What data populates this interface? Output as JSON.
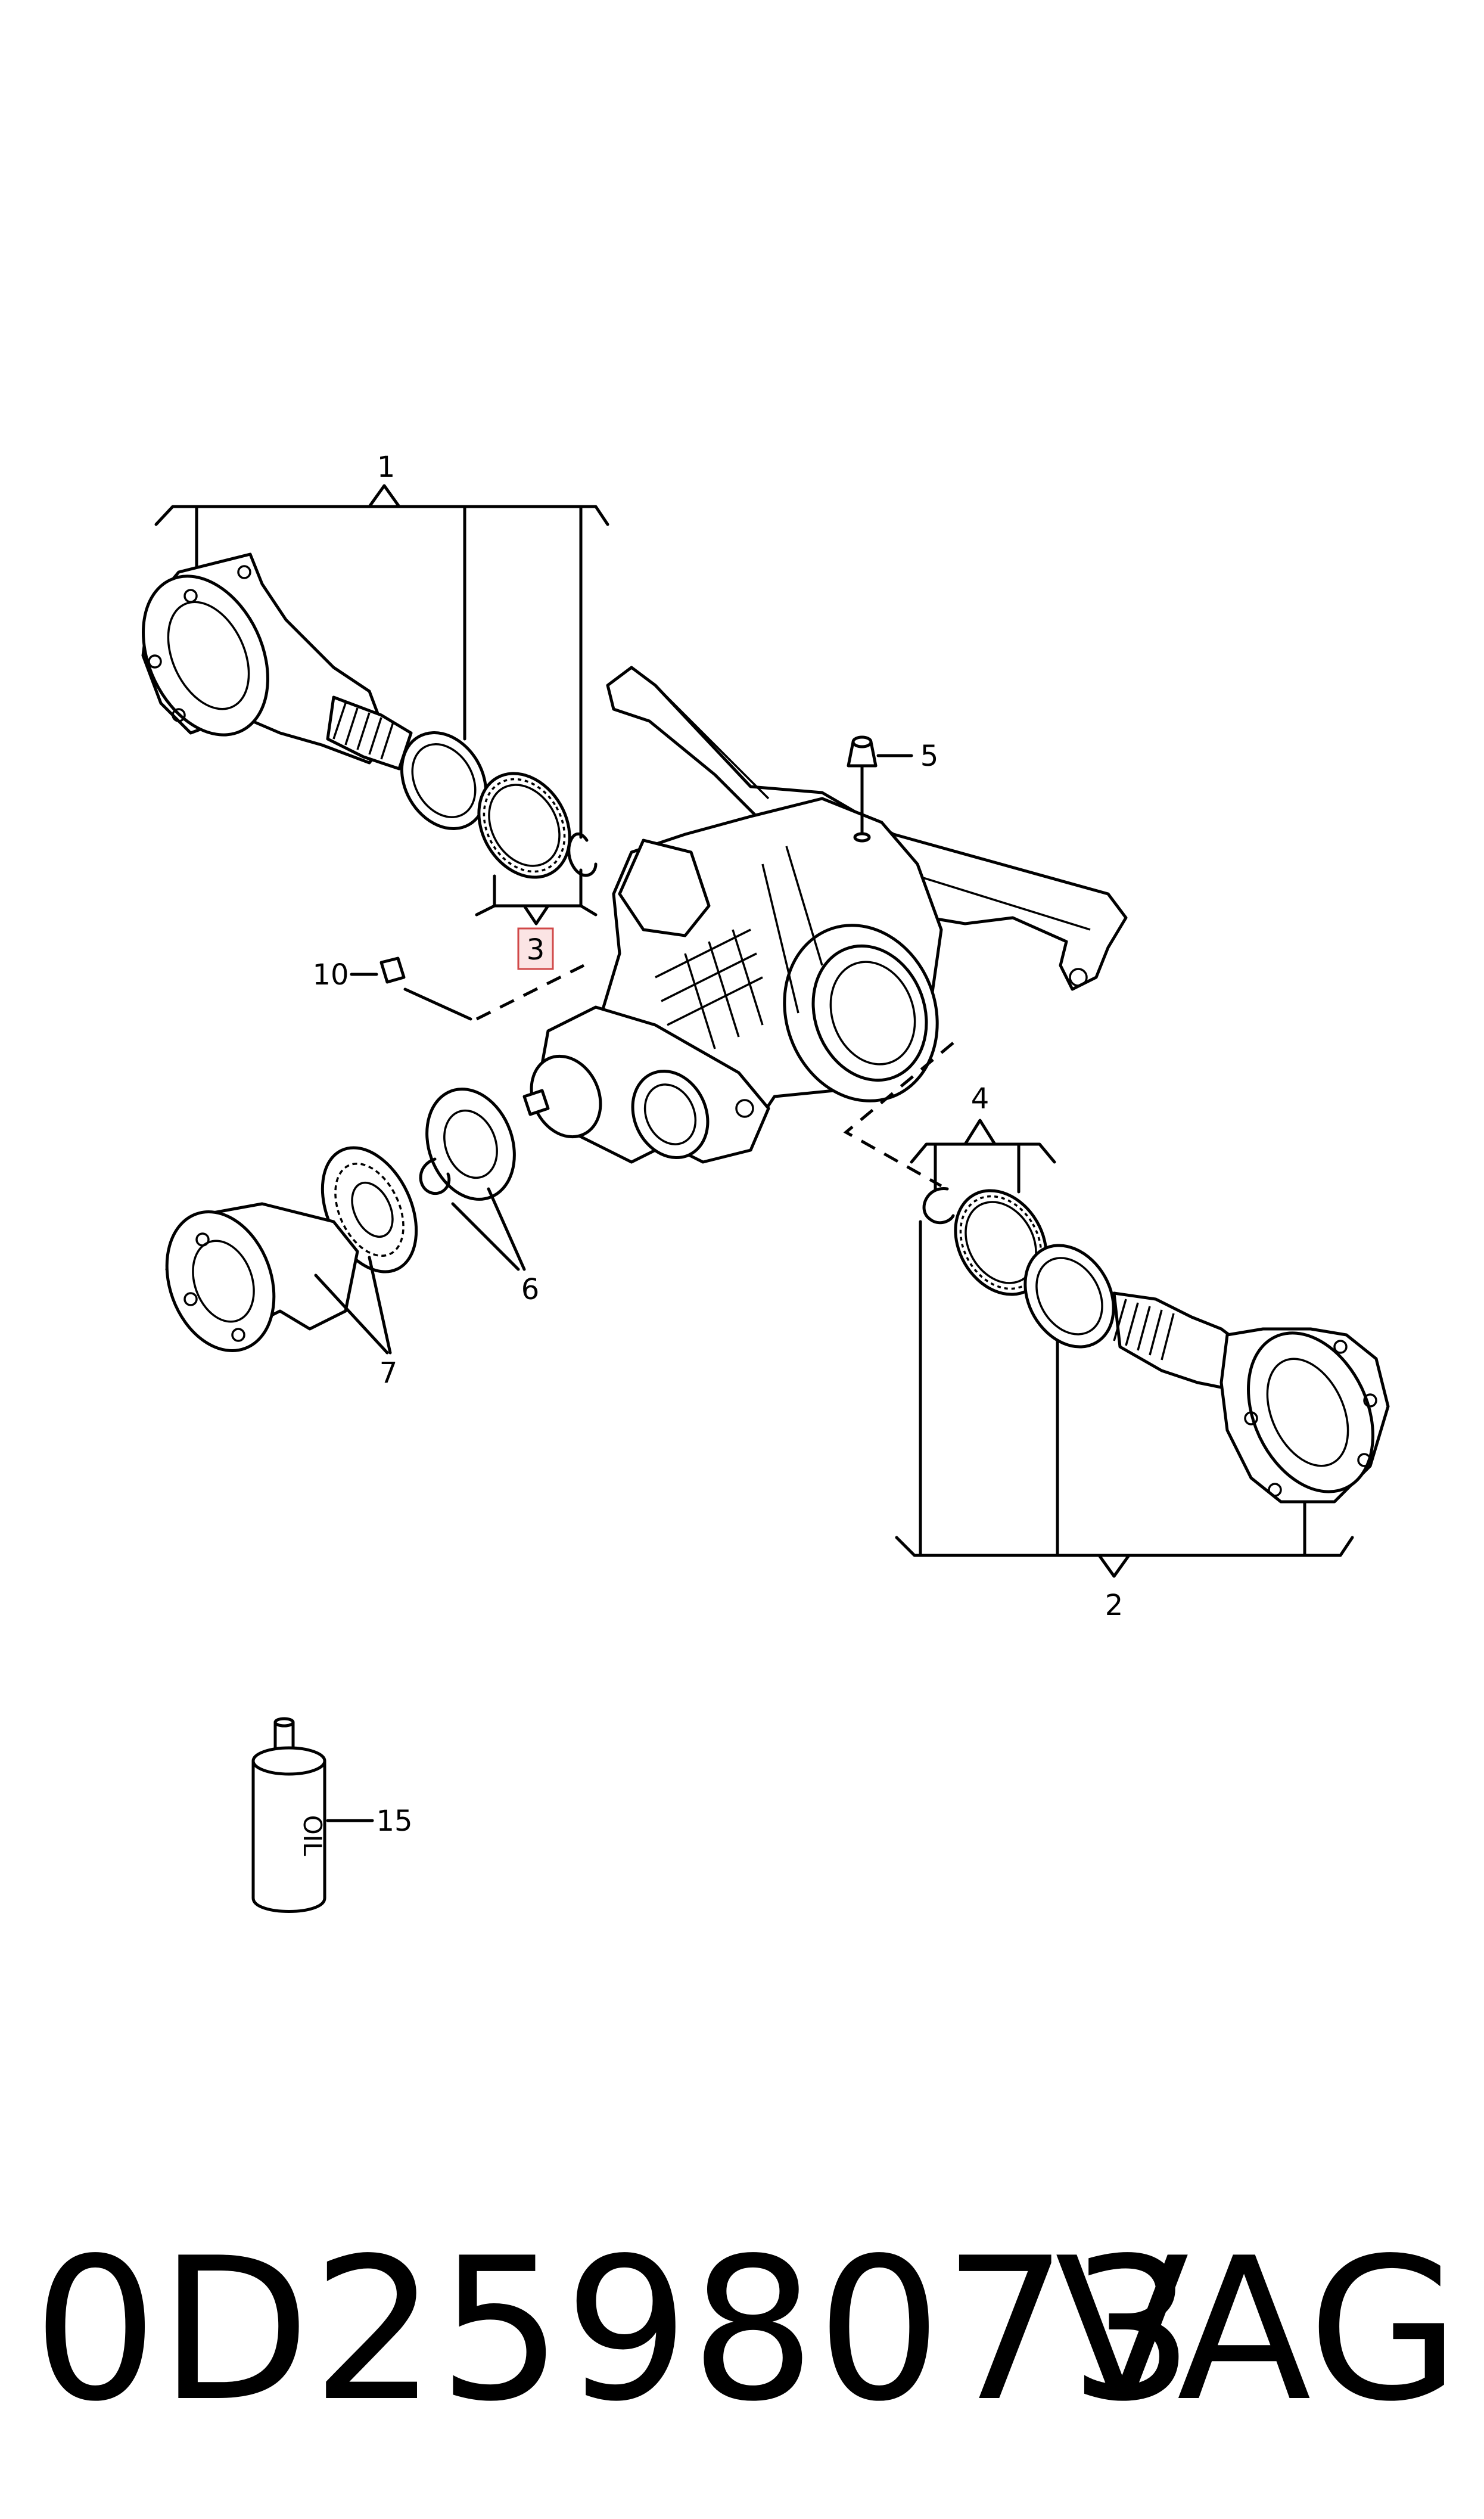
{
  "diagram": {
    "callouts": {
      "c1": "1",
      "c2": "2",
      "c3": "3",
      "c4": "4",
      "c5": "5",
      "c6": "6",
      "c7": "7",
      "c10": "10",
      "c15": "15"
    },
    "highlight_color": "#e8a0a0",
    "oil_bottle_label": "OIL"
  },
  "footer": {
    "part_number": "0D2598073",
    "brand": "VAG"
  }
}
